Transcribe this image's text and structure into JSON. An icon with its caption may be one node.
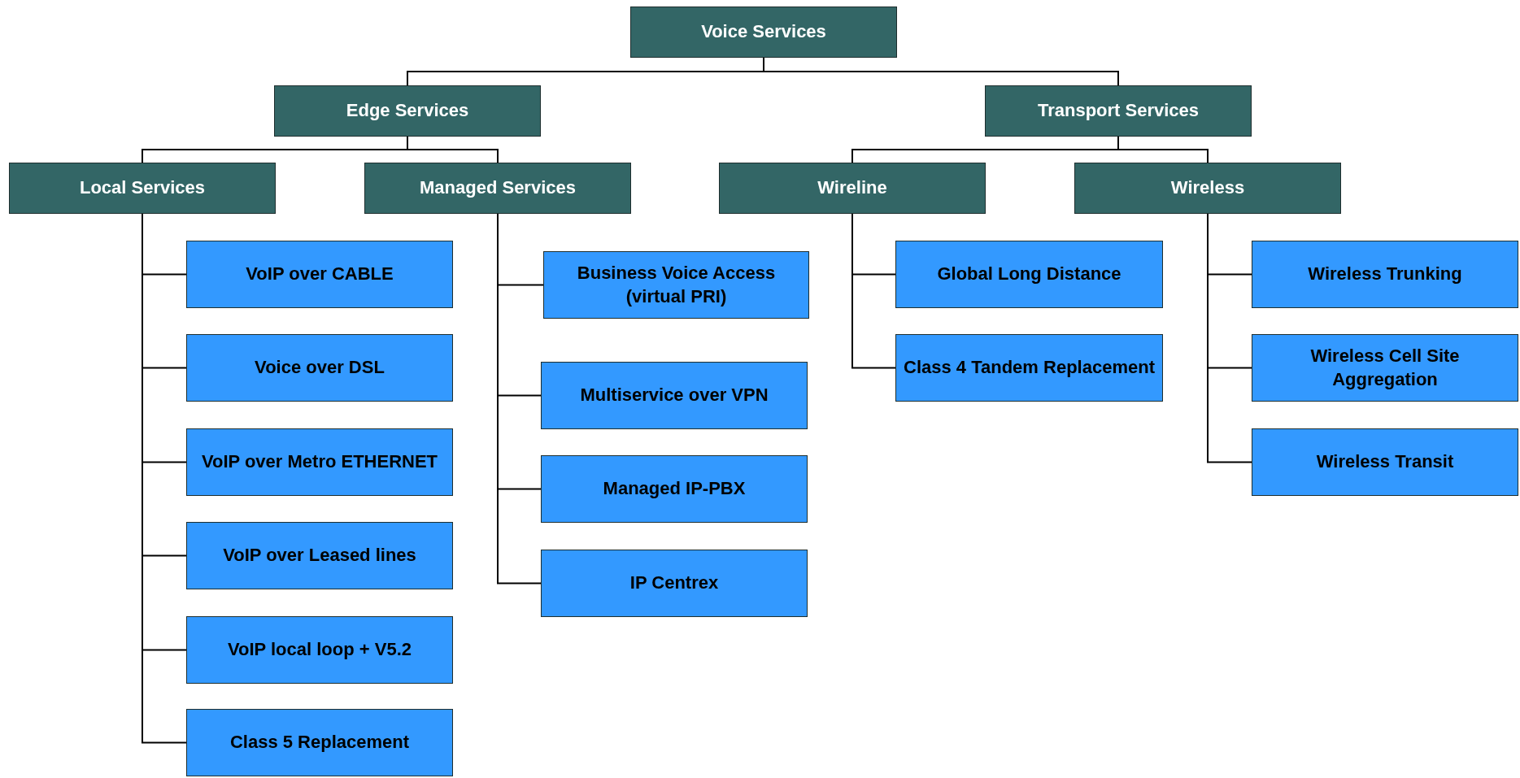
{
  "diagram": {
    "nodes": [
      {
        "text": [
          "Voice Services"
        ]
      },
      {
        "text": [
          "Edge Services"
        ]
      },
      {
        "text": [
          "Transport Services"
        ]
      },
      {
        "text": [
          "Local Services"
        ]
      },
      {
        "text": [
          "Managed Services"
        ]
      },
      {
        "text": [
          "Wireline"
        ]
      },
      {
        "text": [
          "Wireless"
        ]
      },
      {
        "text": [
          "VoIP over CABLE"
        ]
      },
      {
        "text": [
          "Voice over DSL"
        ]
      },
      {
        "text": [
          "VoIP over Metro ETHERNET"
        ]
      },
      {
        "text": [
          "VoIP over Leased lines"
        ]
      },
      {
        "text": [
          "VoIP local loop + V5.2"
        ]
      },
      {
        "text": [
          "Class 5 Replacement"
        ]
      },
      {
        "text": [
          "Business Voice Access (virtual PRI)"
        ]
      },
      {
        "text": [
          "Multiservice over VPN"
        ]
      },
      {
        "text": [
          "Managed IP-PBX"
        ]
      },
      {
        "text": [
          "IP Centrex"
        ]
      },
      {
        "text": [
          "Global Long Distance"
        ]
      },
      {
        "text": [
          "Class 4 Tandem Replacement"
        ]
      },
      {
        "text": [
          "Wireless Trunking"
        ]
      },
      {
        "text": [
          "Wireless Cell Site Aggregation"
        ]
      },
      {
        "text": [
          "Wireless Transit"
        ]
      }
    ],
    "edges": [
      {
        "from": 0,
        "to": 1,
        "arrow": "none"
      },
      {
        "from": 0,
        "to": 2,
        "arrow": "none"
      },
      {
        "from": 1,
        "to": 3,
        "arrow": "none"
      },
      {
        "from": 1,
        "to": 4,
        "arrow": "none"
      },
      {
        "from": 2,
        "to": 5,
        "arrow": "none"
      },
      {
        "from": 2,
        "to": 6,
        "arrow": "none"
      },
      {
        "from": 3,
        "to": 7,
        "arrow": "none"
      },
      {
        "from": 3,
        "to": 8,
        "arrow": "none"
      },
      {
        "from": 3,
        "to": 9,
        "arrow": "none"
      },
      {
        "from": 3,
        "to": 10,
        "arrow": "none"
      },
      {
        "from": 3,
        "to": 11,
        "arrow": "none"
      },
      {
        "from": 3,
        "to": 12,
        "arrow": "none"
      },
      {
        "from": 4,
        "to": 13,
        "arrow": "none"
      },
      {
        "from": 4,
        "to": 14,
        "arrow": "none"
      },
      {
        "from": 4,
        "to": 15,
        "arrow": "none"
      },
      {
        "from": 4,
        "to": 16,
        "arrow": "none"
      },
      {
        "from": 5,
        "to": 17,
        "arrow": "none"
      },
      {
        "from": 5,
        "to": 18,
        "arrow": "none"
      },
      {
        "from": 6,
        "to": 19,
        "arrow": "none"
      },
      {
        "from": 6,
        "to": 20,
        "arrow": "none"
      },
      {
        "from": 6,
        "to": 21,
        "arrow": "none"
      }
    ]
  }
}
